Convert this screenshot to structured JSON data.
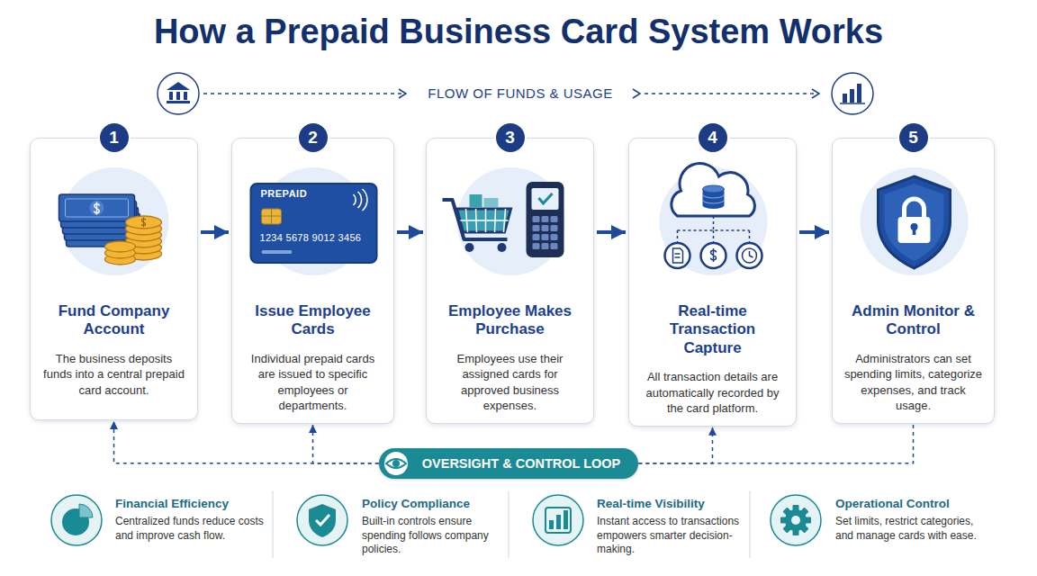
{
  "diagram": {
    "title": "How a Prepaid Business Card System Works",
    "nodes": [
      {
        "text": [
          "1"
        ]
      },
      {
        "text": [
          "Fund Company Account",
          "The business deposits funds into a central prepaid card account."
        ]
      },
      {
        "text": [
          "2"
        ]
      },
      {
        "text": [
          "Issue Employee Cards",
          "Individual prepaid cards are issued to specific employees or departments."
        ]
      },
      {
        "text": [
          "3"
        ]
      },
      {
        "text": [
          "Employee Makes Purchase",
          "Employees use their assigned cards for approved business expenses."
        ]
      },
      {
        "text": [
          "4"
        ]
      },
      {
        "text": [
          "Real-time Transaction Capture",
          "All transaction details are automatically recorded by the card platform."
        ]
      },
      {
        "text": [
          "5"
        ]
      },
      {
        "text": [
          "Admin Monitor & Control",
          "Administrators can set spending limits, categorize expenses, and track usage."
        ]
      },
      {
        "text": [
          "OVERSIGHT & CONTROL LOOP"
        ]
      }
    ],
    "edges": [
      {
        "from": 1,
        "to": 3,
        "arrow": "to"
      },
      {
        "from": 3,
        "to": 5,
        "arrow": "to"
      },
      {
        "from": 5,
        "to": 7,
        "arrow": "to"
      },
      {
        "from": 7,
        "to": 9,
        "arrow": "to"
      },
      {
        "from": 9,
        "to": 10,
        "arrow": "none"
      },
      {
        "from": 10,
        "to": 1,
        "arrow": "to"
      },
      {
        "from": 10,
        "to": 3,
        "arrow": "to"
      },
      {
        "from": 10,
        "to": 7,
        "arrow": "to"
      }
    ],
    "labels": [
      "FLOW OF FUNDS & USAGE",
      "PREPAID",
      "1234 5678 9012 3456",
      "Financial Efficiency",
      "Centralized funds reduce costs and improve cash flow.",
      "Policy Compliance",
      "Built-in controls ensure spending follows company policies.",
      "Real-time Visibility",
      "Instant access to transactions empowers smarter decision-making.",
      "Operational Control",
      "Set limits, restrict categories, and manage cards with ease."
    ]
  }
}
